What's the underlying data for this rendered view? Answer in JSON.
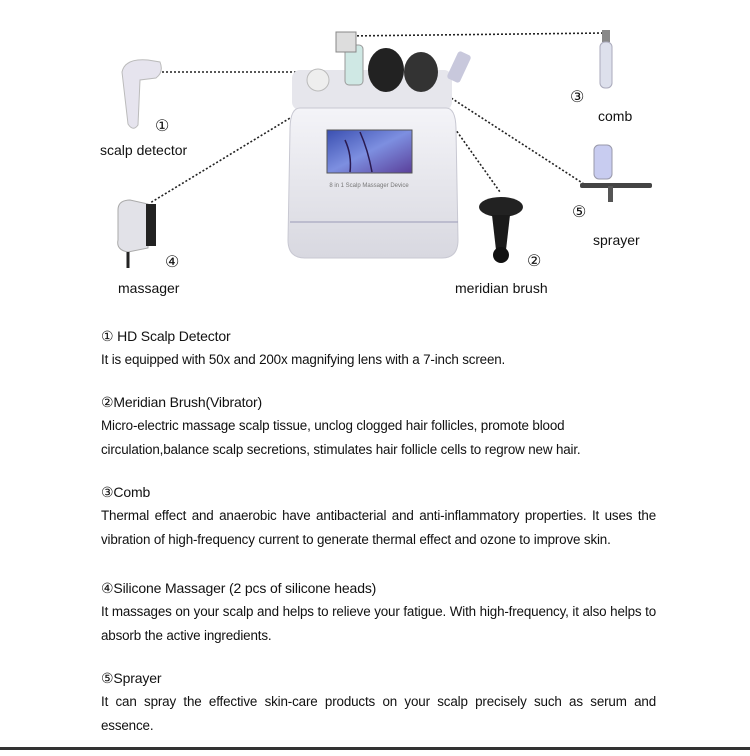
{
  "device": {
    "screen_caption": "8 in 1 Scalp Massager Device"
  },
  "labels": {
    "scalp_detector": {
      "num": "①",
      "name": "scalp detector"
    },
    "comb": {
      "num": "③",
      "name": "comb"
    },
    "sprayer": {
      "num": "⑤",
      "name": "sprayer"
    },
    "massager": {
      "num": "④",
      "name": "massager"
    },
    "meridian_brush": {
      "num": "②",
      "name": "meridian brush"
    }
  },
  "sections": [
    {
      "title": "① HD Scalp Detector",
      "lines": [
        "It is equipped with 50x and 200x magnifying lens with a 7-inch screen."
      ]
    },
    {
      "title": "②Meridian Brush(Vibrator)",
      "lines": [
        "Micro-electric massage scalp tissue, unclog clogged hair follicles, promote blood circulation,balance scalp secretions, stimulates hair follicle cells to regrow new hair."
      ]
    },
    {
      "title": "③Comb",
      "lines": [
        "Thermal effect and anaerobic have antibacterial and anti-inflammatory properties. It uses the vibration of high-frequency current to generate thermal effect and ozone to improve skin."
      ]
    },
    {
      "title": "④Silicone Massager (2 pcs of silicone heads)",
      "lines": [
        "It massages on your scalp and helps to relieve your fatigue. With high-frequency, it also helps to absorb the active ingredients."
      ]
    },
    {
      "title": "⑤Sprayer",
      "lines": [
        "It can spray the effective skin-care products on your scalp precisely such as serum and essence."
      ]
    }
  ]
}
